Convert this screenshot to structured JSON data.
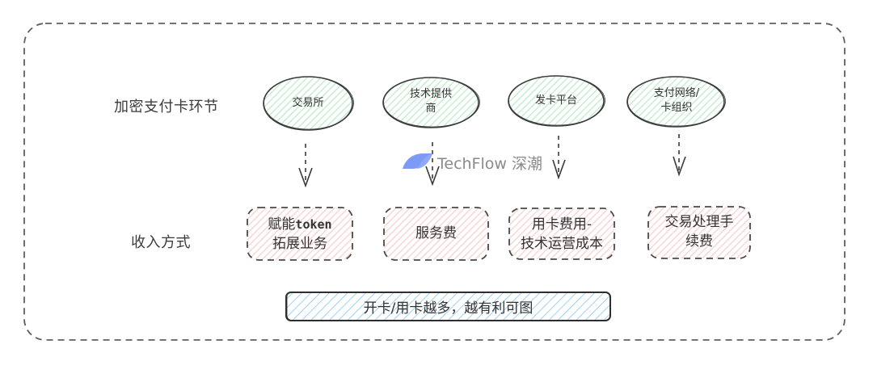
{
  "diagram": {
    "row_labels": {
      "stages": "加密支付卡环节",
      "revenue": "收入方式"
    },
    "stages": [
      {
        "lines": [
          "交易所"
        ],
        "revenue_lines": [
          "赋能token",
          "拓展业务"
        ]
      },
      {
        "lines": [
          "技术提供",
          "商"
        ],
        "revenue_lines": [
          "服务费"
        ]
      },
      {
        "lines": [
          "发卡平台"
        ],
        "revenue_lines": [
          "用卡费用-",
          "技术运营成本"
        ]
      },
      {
        "lines": [
          "支付网络/",
          "卡组织"
        ],
        "revenue_lines": [
          "交易处理手",
          "续费"
        ]
      }
    ],
    "summary": "开卡/用卡越多，越有利可图",
    "watermark": {
      "text": "TechFlow 深潮",
      "logo_icon": "techflow-logo-icon"
    },
    "colors": {
      "stroke": "#3c3c3c",
      "dashed_border": "#5a5a5a",
      "ellipse_hatch": "#b9ebc6",
      "box_hatch": "#f7c4c4",
      "bar_hatch": "#8fcaf0",
      "logo": "#6f8ff5"
    }
  }
}
